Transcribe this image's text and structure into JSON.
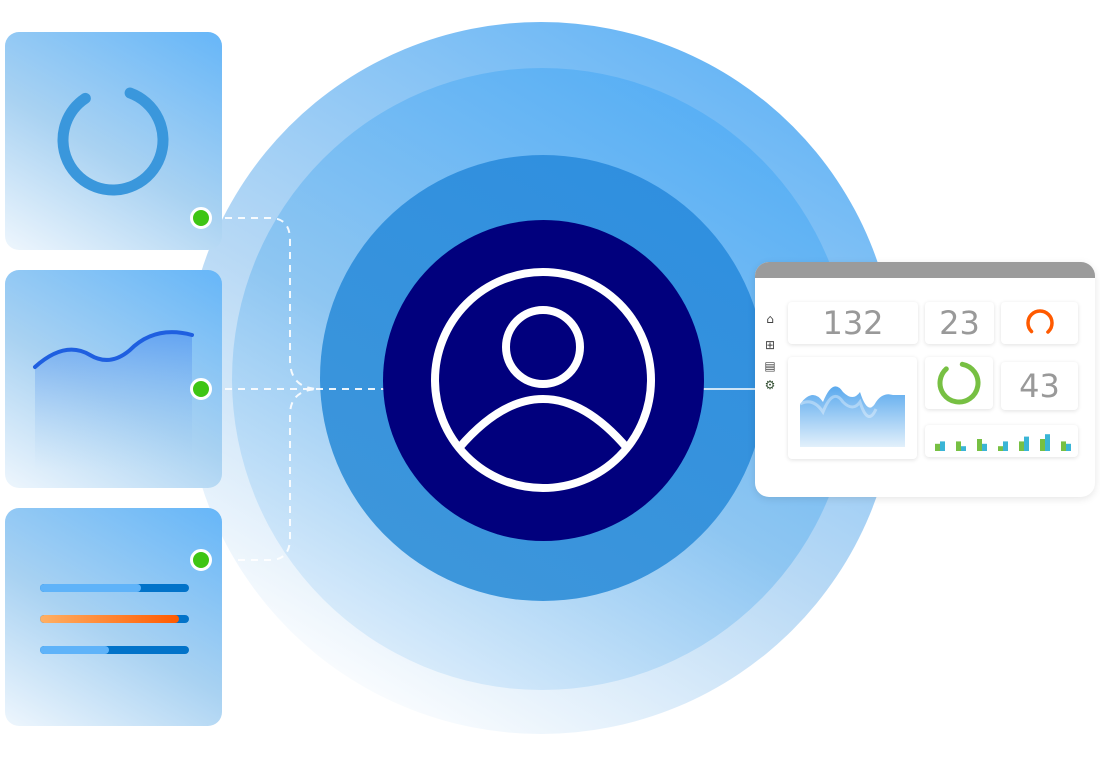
{
  "left_cards": [
    {
      "type": "ring",
      "progress": 0.85
    },
    {
      "type": "wave"
    },
    {
      "type": "bars",
      "bars": [
        {
          "progress": 0.68,
          "color": "#5fb3f9"
        },
        {
          "progress": 0.93,
          "color": "#ff5a00"
        },
        {
          "progress": 0.46,
          "color": "#5fb3f9"
        }
      ]
    }
  ],
  "center": {
    "icon": "user-icon"
  },
  "dashboard": {
    "nav_icons": [
      "home-icon",
      "grid-icon",
      "document-icon",
      "gear-icon"
    ],
    "stat_1": "132",
    "stat_2": "23",
    "stat_3": "43",
    "orange_ring_progress": 0.75,
    "green_ring_progress": 0.85,
    "bar_pairs": [
      [
        3,
        4
      ],
      [
        4,
        2
      ],
      [
        5,
        3
      ],
      [
        2,
        4
      ],
      [
        4,
        6
      ],
      [
        5,
        7
      ],
      [
        4,
        3
      ]
    ]
  },
  "colors": {
    "navy": "#01007d",
    "green": "#3ec514",
    "orange": "#ff5a00",
    "accent_green": "#77c043"
  }
}
